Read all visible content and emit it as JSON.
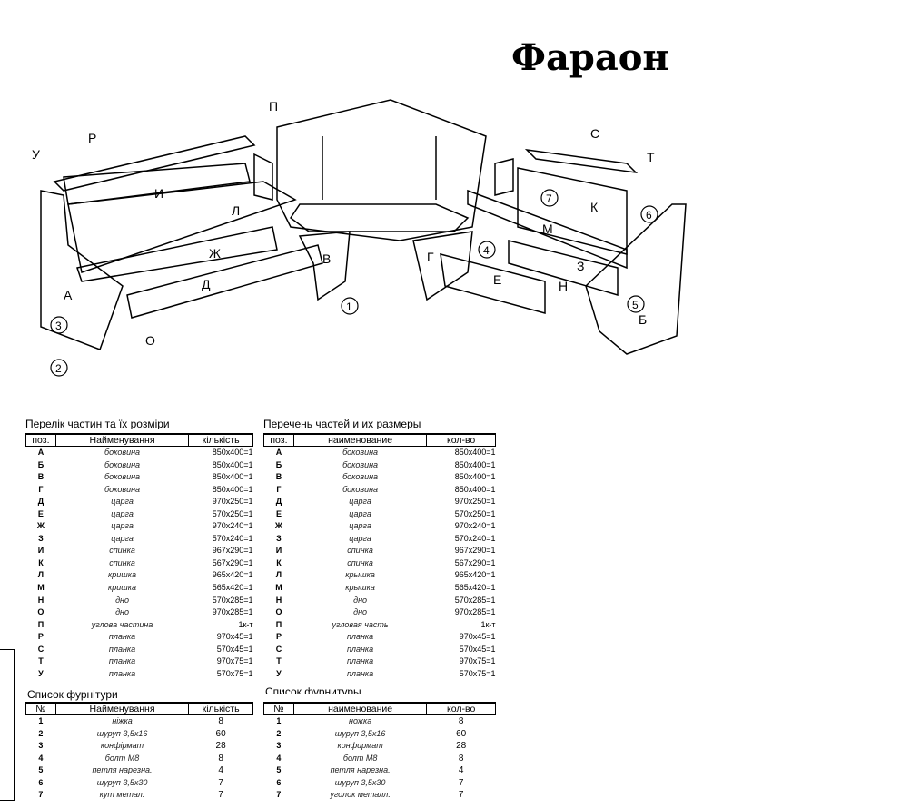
{
  "title": "Фараон",
  "drawing": {
    "labels": [
      "П",
      "Р",
      "У",
      "И",
      "Л",
      "Ж",
      "Д",
      "А",
      "О",
      "В",
      "С",
      "Т",
      "К",
      "М",
      "Г",
      "Е",
      "З",
      "Н",
      "Б"
    ],
    "numbers": [
      "1",
      "2",
      "3",
      "4",
      "5",
      "6",
      "7"
    ]
  },
  "parts_ua": {
    "heading": "Перелік частин та їх розміри",
    "headers": [
      "поз.",
      "Найменування",
      "кількість"
    ],
    "rows": [
      [
        "А",
        "боковина",
        "850x400=1"
      ],
      [
        "Б",
        "боковина",
        "850x400=1"
      ],
      [
        "В",
        "боковина",
        "850x400=1"
      ],
      [
        "Г",
        "боковина",
        "850x400=1"
      ],
      [
        "Д",
        "царга",
        "970x250=1"
      ],
      [
        "Е",
        "царга",
        "570x250=1"
      ],
      [
        "Ж",
        "царга",
        "970x240=1"
      ],
      [
        "З",
        "царга",
        "570x240=1"
      ],
      [
        "И",
        "спинка",
        "967x290=1"
      ],
      [
        "К",
        "спинка",
        "567x290=1"
      ],
      [
        "Л",
        "кришка",
        "965x420=1"
      ],
      [
        "М",
        "кришка",
        "565x420=1"
      ],
      [
        "Н",
        "дно",
        "570x285=1"
      ],
      [
        "О",
        "дно",
        "970x285=1"
      ],
      [
        "П",
        "углова частина",
        "1к-т"
      ],
      [
        "Р",
        "планка",
        "970x45=1"
      ],
      [
        "С",
        "планка",
        "570x45=1"
      ],
      [
        "Т",
        "планка",
        "970x75=1"
      ],
      [
        "У",
        "планка",
        "570x75=1"
      ]
    ]
  },
  "parts_ru": {
    "heading": "Перечень частей и их размеры",
    "headers": [
      "поз.",
      "наименование",
      "кол-во"
    ],
    "rows": [
      [
        "А",
        "боковина",
        "850x400=1"
      ],
      [
        "Б",
        "боковина",
        "850x400=1"
      ],
      [
        "В",
        "боковина",
        "850x400=1"
      ],
      [
        "Г",
        "боковина",
        "850x400=1"
      ],
      [
        "Д",
        "царга",
        "970x250=1"
      ],
      [
        "Е",
        "царга",
        "570x250=1"
      ],
      [
        "Ж",
        "царга",
        "970x240=1"
      ],
      [
        "З",
        "царга",
        "570x240=1"
      ],
      [
        "И",
        "спинка",
        "967x290=1"
      ],
      [
        "К",
        "спинка",
        "567x290=1"
      ],
      [
        "Л",
        "крышка",
        "965x420=1"
      ],
      [
        "М",
        "крышка",
        "565x420=1"
      ],
      [
        "Н",
        "дно",
        "570x285=1"
      ],
      [
        "О",
        "дно",
        "970x285=1"
      ],
      [
        "П",
        "угловая часть",
        "1к-т"
      ],
      [
        "Р",
        "планка",
        "970x45=1"
      ],
      [
        "С",
        "планка",
        "570x45=1"
      ],
      [
        "Т",
        "планка",
        "970x75=1"
      ],
      [
        "У",
        "планка",
        "570x75=1"
      ]
    ]
  },
  "hw_ua": {
    "heading": "Список фурнітури",
    "headers": [
      "№",
      "Найменування",
      "кількість"
    ],
    "rows": [
      [
        "1",
        "ніжка",
        "8"
      ],
      [
        "2",
        "шуруп 3,5x16",
        "60"
      ],
      [
        "3",
        "конфірмат",
        "28"
      ],
      [
        "4",
        "болт М8",
        "8"
      ],
      [
        "5",
        "петля нарезна.",
        "4"
      ],
      [
        "6",
        "шуруп 3,5x30",
        "7"
      ],
      [
        "7",
        "кут метал.",
        "7"
      ]
    ]
  },
  "hw_ru": {
    "heading": "Список фурнитуры",
    "headers": [
      "№",
      "наименование",
      "кол-во"
    ],
    "rows": [
      [
        "1",
        "ножка",
        "8"
      ],
      [
        "2",
        "шуруп 3,5x16",
        "60"
      ],
      [
        "3",
        "конфирмат",
        "28"
      ],
      [
        "4",
        "болт М8",
        "8"
      ],
      [
        "5",
        "петля нарезна.",
        "4"
      ],
      [
        "6",
        "шуруп 3,5x30",
        "7"
      ],
      [
        "7",
        "уголок металл.",
        "7"
      ]
    ]
  }
}
